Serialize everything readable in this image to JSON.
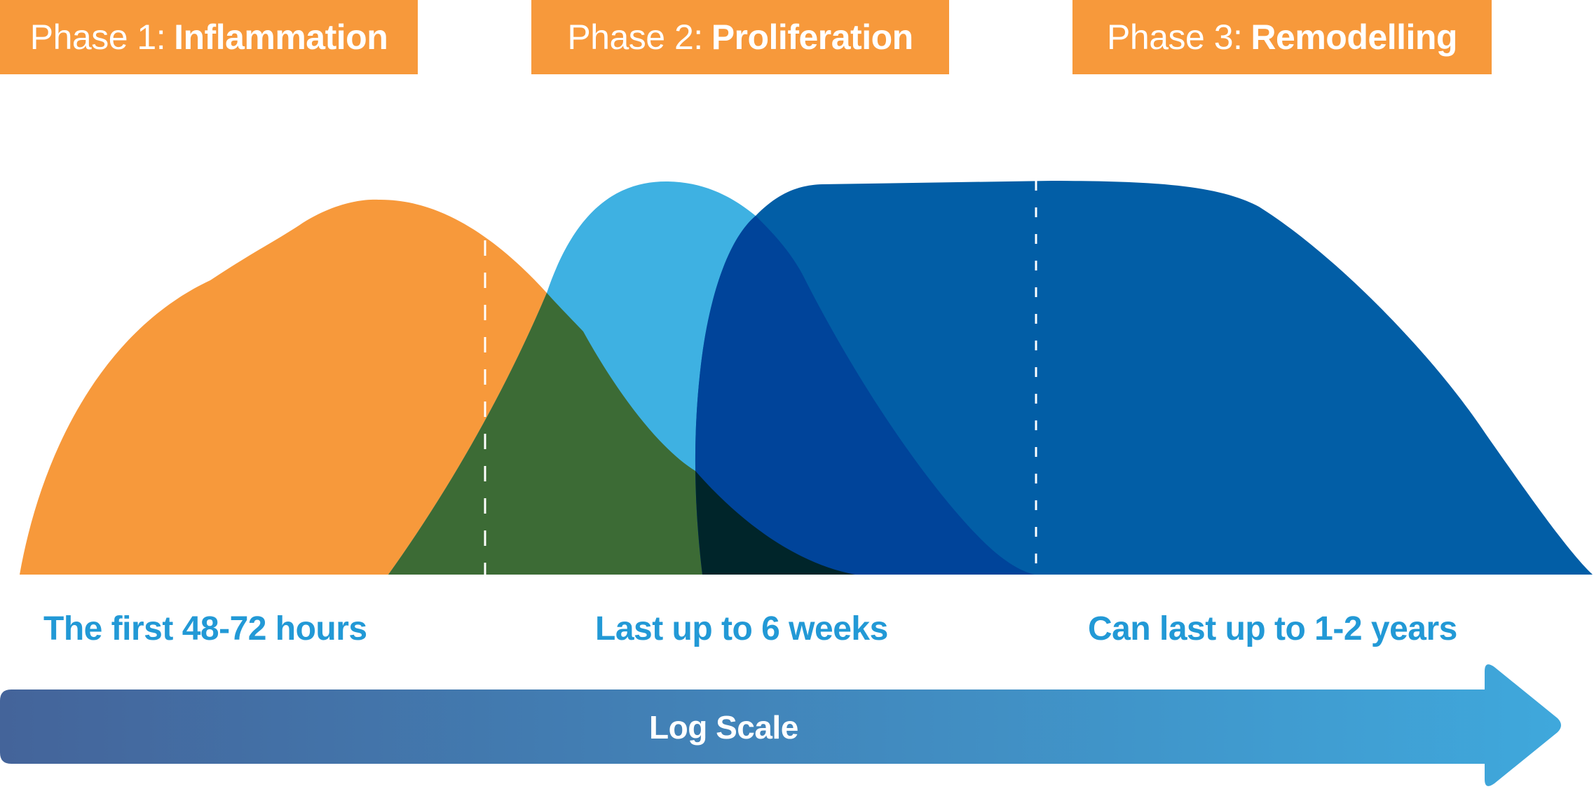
{
  "phases": [
    {
      "prefix": "Phase 1:",
      "name": "Inflammation",
      "duration": "The first 48-72 hours"
    },
    {
      "prefix": "Phase 2:",
      "name": "Proliferation",
      "duration": "Last up to 6 weeks"
    },
    {
      "prefix": "Phase 3:",
      "name": "Remodelling",
      "duration": "Can last up to 1-2 years"
    }
  ],
  "axis": {
    "label": "Log Scale",
    "icon": "arrow-right-icon"
  },
  "colors": {
    "header_bg": "#F7993B",
    "inflammation": "#F7993B",
    "proliferation": "#3EB1E2",
    "remodelling": "#025EA6",
    "overlap_inflammation_proliferation": "#3C6B35",
    "overlap_proliferation_remodelling": "#00449A",
    "overlap_all": "#00252A",
    "duration_text": "#2299D6",
    "arrow_start": "#44649A",
    "arrow_end": "#3FA8DC"
  }
}
